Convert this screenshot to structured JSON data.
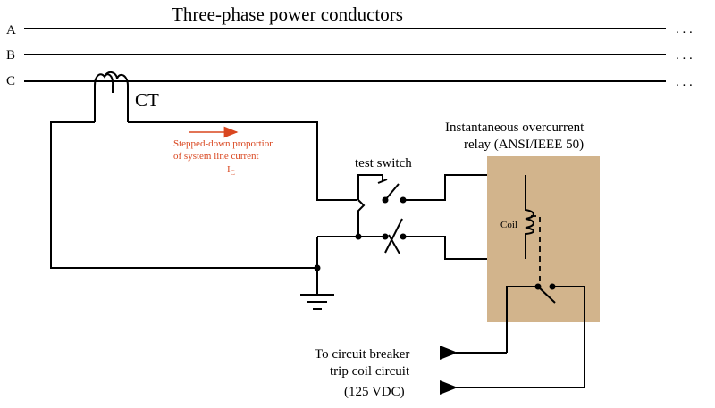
{
  "title": "Three-phase power conductors",
  "phases": [
    "A",
    "B",
    "C"
  ],
  "continuation": ". . .",
  "ct_label": "CT",
  "current_note": {
    "line1": "Stepped-down proportion",
    "line2": "of system line current",
    "symbol": "I",
    "subscript": "C",
    "color": "#d9461f"
  },
  "test_switch_label": "test switch",
  "relay": {
    "title_line1": "Instantaneous overcurrent",
    "title_line2": "relay (ANSI/IEEE 50)",
    "coil_label": "Coil",
    "box_color": "#d2b48c"
  },
  "output": {
    "line1": "To circuit breaker",
    "line2": "trip coil circuit",
    "line3": "(125 VDC)"
  }
}
